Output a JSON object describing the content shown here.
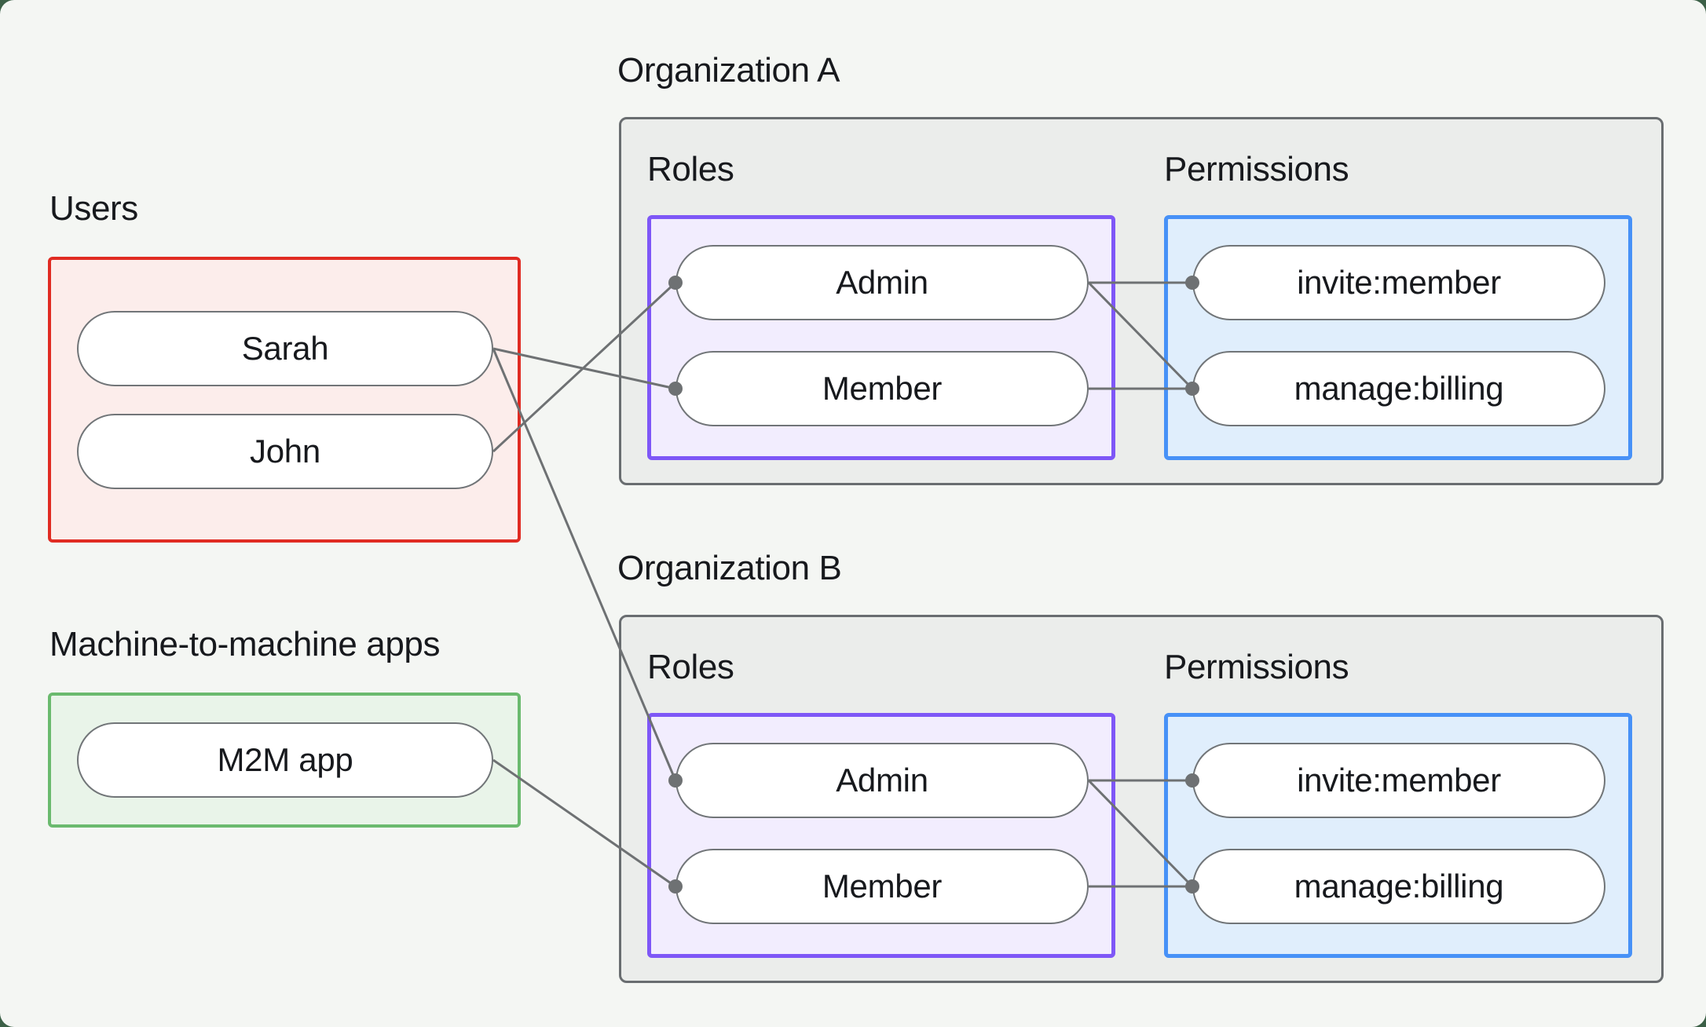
{
  "colors": {
    "page_background": "#f4f6f3",
    "outer_corner_background": "#3c6047",
    "users_border": "#e02b22",
    "users_fill": "#fcedeb",
    "m2m_border": "#6aba6e",
    "m2m_fill": "#e9f4e9",
    "roles_border": "#7e57f7",
    "roles_fill": "#f2edfe",
    "permissions_border": "#4791f7",
    "permissions_fill": "#e0eefc",
    "org_border": "#696d70",
    "org_fill": "#ebedeb",
    "node_fill": "#ffffff",
    "node_border": "#717578",
    "connector": "#6e7173",
    "text": "#17191d"
  },
  "users_section": {
    "label": "Users",
    "nodes": [
      "Sarah",
      "John"
    ]
  },
  "m2m_section": {
    "label": "Machine-to-machine apps",
    "nodes": [
      "M2M app"
    ]
  },
  "organizations": [
    {
      "title": "Organization A",
      "roles_label": "Roles",
      "permissions_label": "Permissions",
      "roles": [
        "Admin",
        "Member"
      ],
      "permissions": [
        "invite:member",
        "manage:billing"
      ]
    },
    {
      "title": "Organization B",
      "roles_label": "Roles",
      "permissions_label": "Permissions",
      "roles": [
        "Admin",
        "Member"
      ],
      "permissions": [
        "invite:member",
        "manage:billing"
      ]
    }
  ],
  "connections": [
    {
      "from": "Sarah",
      "to": "Organization A / Member"
    },
    {
      "from": "John",
      "to": "Organization A / Admin"
    },
    {
      "from": "Sarah",
      "to": "Organization B / Admin"
    },
    {
      "from": "M2M app",
      "to": "Organization B / Member"
    },
    {
      "from": "Organization A / Admin",
      "to": "Organization A / invite:member"
    },
    {
      "from": "Organization A / Admin",
      "to": "Organization A / manage:billing"
    },
    {
      "from": "Organization A / Member",
      "to": "Organization A / manage:billing"
    },
    {
      "from": "Organization B / Admin",
      "to": "Organization B / invite:member"
    },
    {
      "from": "Organization B / Admin",
      "to": "Organization B / manage:billing"
    },
    {
      "from": "Organization B / Member",
      "to": "Organization B / manage:billing"
    }
  ]
}
